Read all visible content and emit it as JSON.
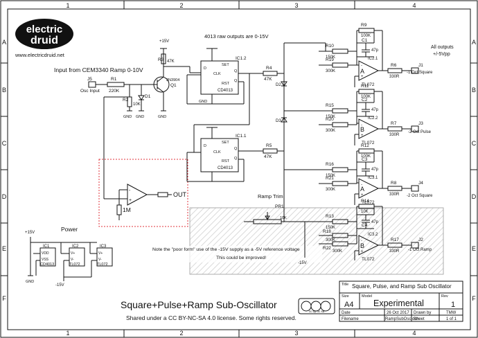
{
  "grid": {
    "cols": [
      "1",
      "2",
      "3",
      "4"
    ],
    "rows": [
      "A",
      "B",
      "C",
      "D",
      "E",
      "F"
    ]
  },
  "brand": {
    "logo_line1": "electric",
    "logo_line2": "druid",
    "url": "www.electricdruid.net"
  },
  "notes": {
    "raw_outputs": "4013 raw outputs are 0-15V",
    "input_label": "Input from CEM3340 Ramp 0-10V",
    "all_outputs_1": "All outputs",
    "all_outputs_2": "+/-5Vpp",
    "ramp_trim": "Ramp Trim",
    "power": "Power",
    "note_line1": "Note the \"poor form\" use of the -15V supply as a -5V reference voltage",
    "note_line2": "This could be improved!",
    "out_label": "OUT",
    "one_meg": "1M"
  },
  "connectors": {
    "j5": "J5",
    "j5_label": "Osc Input",
    "j1": "J1",
    "j1_label": "-1 Oct Square",
    "j3": "J3",
    "j3_label": "-2 Oct Pulse",
    "j4": "J4",
    "j4_label": "-2 Oct Square",
    "j2": "J2",
    "j2_label": "-1 Oct Ramp"
  },
  "parts": {
    "r1": "R1",
    "r1v": "220K",
    "r2": "R2",
    "r2v": "10K",
    "d1": "D1",
    "r3": "R3",
    "r3v": "47K",
    "q1": "Q1",
    "q1v": "2N3904",
    "r4": "R4",
    "r4v": "47K",
    "r5": "R5",
    "r5v": "47K",
    "d2": "D2",
    "d3": "D3",
    "ic12": "IC1.2",
    "ic11": "IC1.1",
    "cd4013": "CD4013",
    "set": "SET",
    "clk": "CLK",
    "rst": "RST",
    "d": "D",
    "q": "Q",
    "qn": "Q",
    "plus15": "+15V",
    "minus15": "-15V",
    "gnd": "GND",
    "r9": "R9",
    "r9v": "100K",
    "r10": "R10",
    "r10v": "150K",
    "r19": "R19",
    "r19v": "300K",
    "c1": "C1",
    "c1v": "47p",
    "ic21": "IC2.1",
    "tl072": "TL072",
    "r6": "R6",
    "r6v": "330R",
    "r11": "R11",
    "r11v": "100K",
    "r15": "R15",
    "r15v": "150K",
    "r20": "R20",
    "r20v": "300K",
    "c2": "C2",
    "c2v": "47p",
    "ic22": "IC2.2",
    "r7": "R7",
    "r7v": "330R",
    "r12": "R12",
    "r12v": "100K",
    "r16": "R16",
    "r16v": "150K",
    "r21": "R21",
    "r21v": "300K",
    "c3": "C3",
    "c3v": "47p",
    "ic31": "IC3.1",
    "r8": "R8",
    "r8v": "330R",
    "r14": "R14",
    "r14v": "10K",
    "r13": "R13",
    "r13v": "150K",
    "r18": "R18",
    "r18v": "300K",
    "r17": "R17",
    "r17v": "330R",
    "r22": "R22",
    "r22v": "300K",
    "c4": "C4",
    "c4v": "47p",
    "ic32": "IC3.2",
    "pr1": "PR1",
    "pr1v": "10K",
    "ic1": "IC1",
    "ic1t": "CD4013",
    "ic2": "IC2",
    "ic2t": "TL072",
    "ic3": "IC3",
    "ic3t": "TL072",
    "vdd": "VDD",
    "vss": "VSS",
    "vp": "V+",
    "vm": "V-",
    "a": "A",
    "b": "B",
    "plus": "+",
    "minus": "-"
  },
  "footer": {
    "main_title": "Square+Pulse+Ramp Sub-Oscillator",
    "license": "Shared under a CC BY-NC-SA 4.0 license. Some rights reserved.",
    "cc_badge": "cc by nc sa"
  },
  "title_block": {
    "title_label": "Title",
    "title_value": "Square, Pulse, and Ramp Sub Oscillator",
    "size_label": "Size",
    "size_value": "A4",
    "model_label": "Model",
    "model_value": "Experimental",
    "rev_label": "Rev",
    "rev_value": "1",
    "date_label": "Date",
    "date_value": "26 Oct 2017",
    "drawn_label": "Drawn by",
    "drawn_value": "TMW",
    "file_label": "Filename",
    "file_value": "RampSubOsc.dch",
    "sheet_label": "Sheet",
    "sheet_value": "1 of 1"
  },
  "colors": {
    "hatch": "#d6d6d6",
    "dashed_box": "#e0303a",
    "ink": "#111111"
  }
}
